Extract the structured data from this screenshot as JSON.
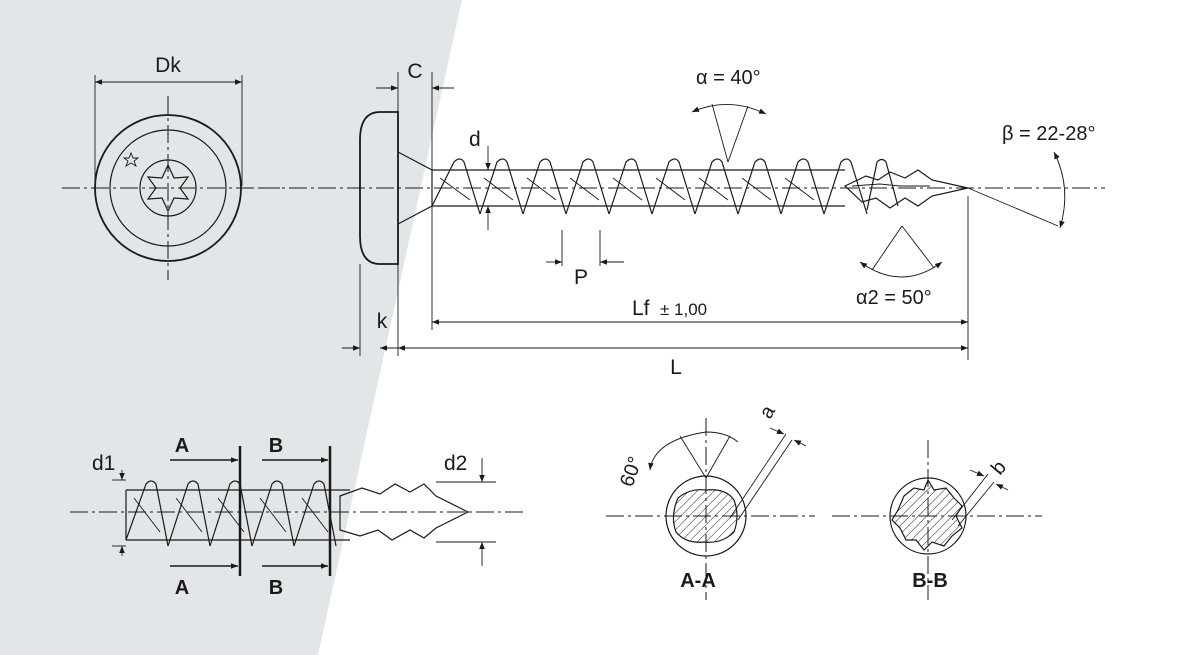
{
  "colors": {
    "background": "#ffffff",
    "panel": "#e3e6e8",
    "ink": "#1a1a1a"
  },
  "icons": {
    "head_recess": "torx-recess-icon",
    "star": "star-icon"
  },
  "labels": {
    "dk": "Dk",
    "c": "C",
    "d": "d",
    "alpha": "α = 40°",
    "beta": "β = 22-28°",
    "p": "P",
    "alpha2": "α2 = 50°",
    "lf": "Lf",
    "lf_tol": "± 1,00",
    "k": "k",
    "l": "L",
    "d1": "d1",
    "d2": "d2",
    "sec_a_top": "A",
    "sec_a_bottom": "A",
    "sec_b_top": "B",
    "sec_b_bottom": "B",
    "angle_60": "60°",
    "a": "a",
    "b": "b",
    "view_aa": "A-A",
    "view_bb": "B-B"
  }
}
